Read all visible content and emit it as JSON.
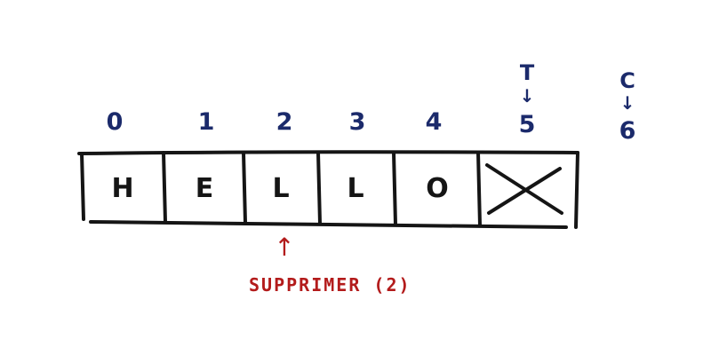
{
  "indices": [
    "0",
    "1",
    "2",
    "3",
    "4",
    "5",
    "6"
  ],
  "cells": [
    "H",
    "E",
    "L",
    "L",
    "O",
    ""
  ],
  "markers": {
    "t_label": "T",
    "c_label": "C",
    "down_arrow": "↓"
  },
  "annotation": {
    "label": "SUPPRIMER (2)",
    "arrow": "↑"
  },
  "colors": {
    "ink": "#151515",
    "index_blue": "#1b2a6b",
    "annotation_red": "#b31b1b"
  }
}
